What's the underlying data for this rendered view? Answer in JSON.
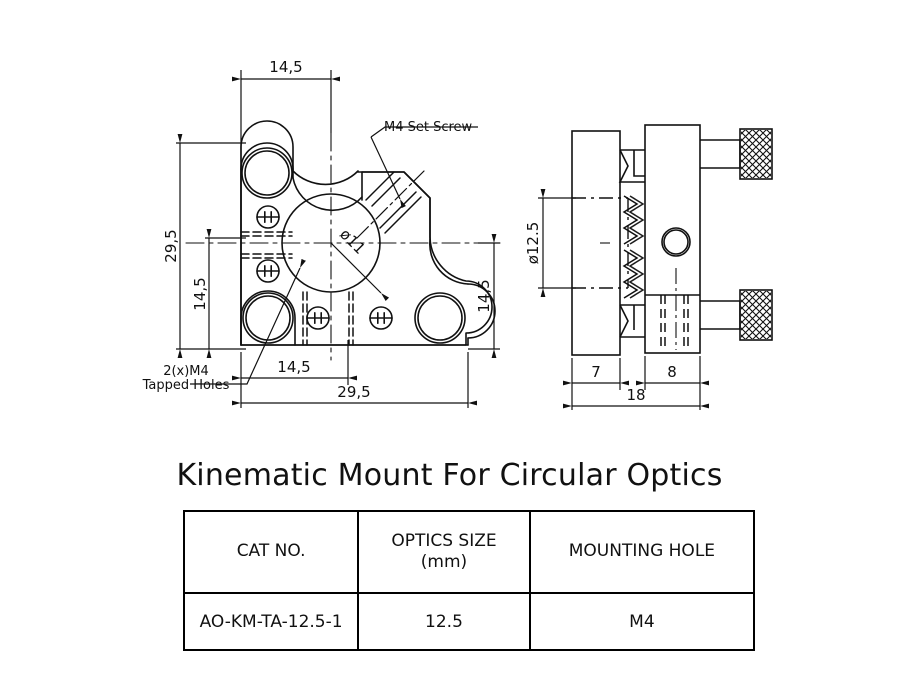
{
  "drawing": {
    "title": "Kinematic Mount For Circular Optics",
    "front_view": {
      "dims": {
        "top_width": "14,5",
        "left_height": "29,5",
        "left_inner_height": "14,5",
        "right_height": "14,5",
        "bottom_inner_width": "14,5",
        "bottom_width": "29,5",
        "bore": "ø11"
      },
      "notes": {
        "set_screw": "M4 Set Screw",
        "tapped_line1": "2(x)M4",
        "tapped_line2": "Tapped Holes"
      }
    },
    "side_view": {
      "dims": {
        "optic_bore": "ø12.5",
        "front_plate": "7",
        "rear_plate": "8",
        "overall": "18"
      }
    }
  },
  "table": {
    "headers": [
      {
        "line1": "CAT NO.",
        "line2": ""
      },
      {
        "line1": "OPTICS SIZE",
        "line2": "(mm)"
      },
      {
        "line1": "MOUNTING HOLE",
        "line2": ""
      }
    ],
    "rows": [
      {
        "cat_no": "AO-KM-TA-12.5-1",
        "optics_size": "12.5",
        "mounting_hole": "M4"
      }
    ]
  },
  "style": {
    "line_color": "#111111",
    "background": "#ffffff"
  }
}
